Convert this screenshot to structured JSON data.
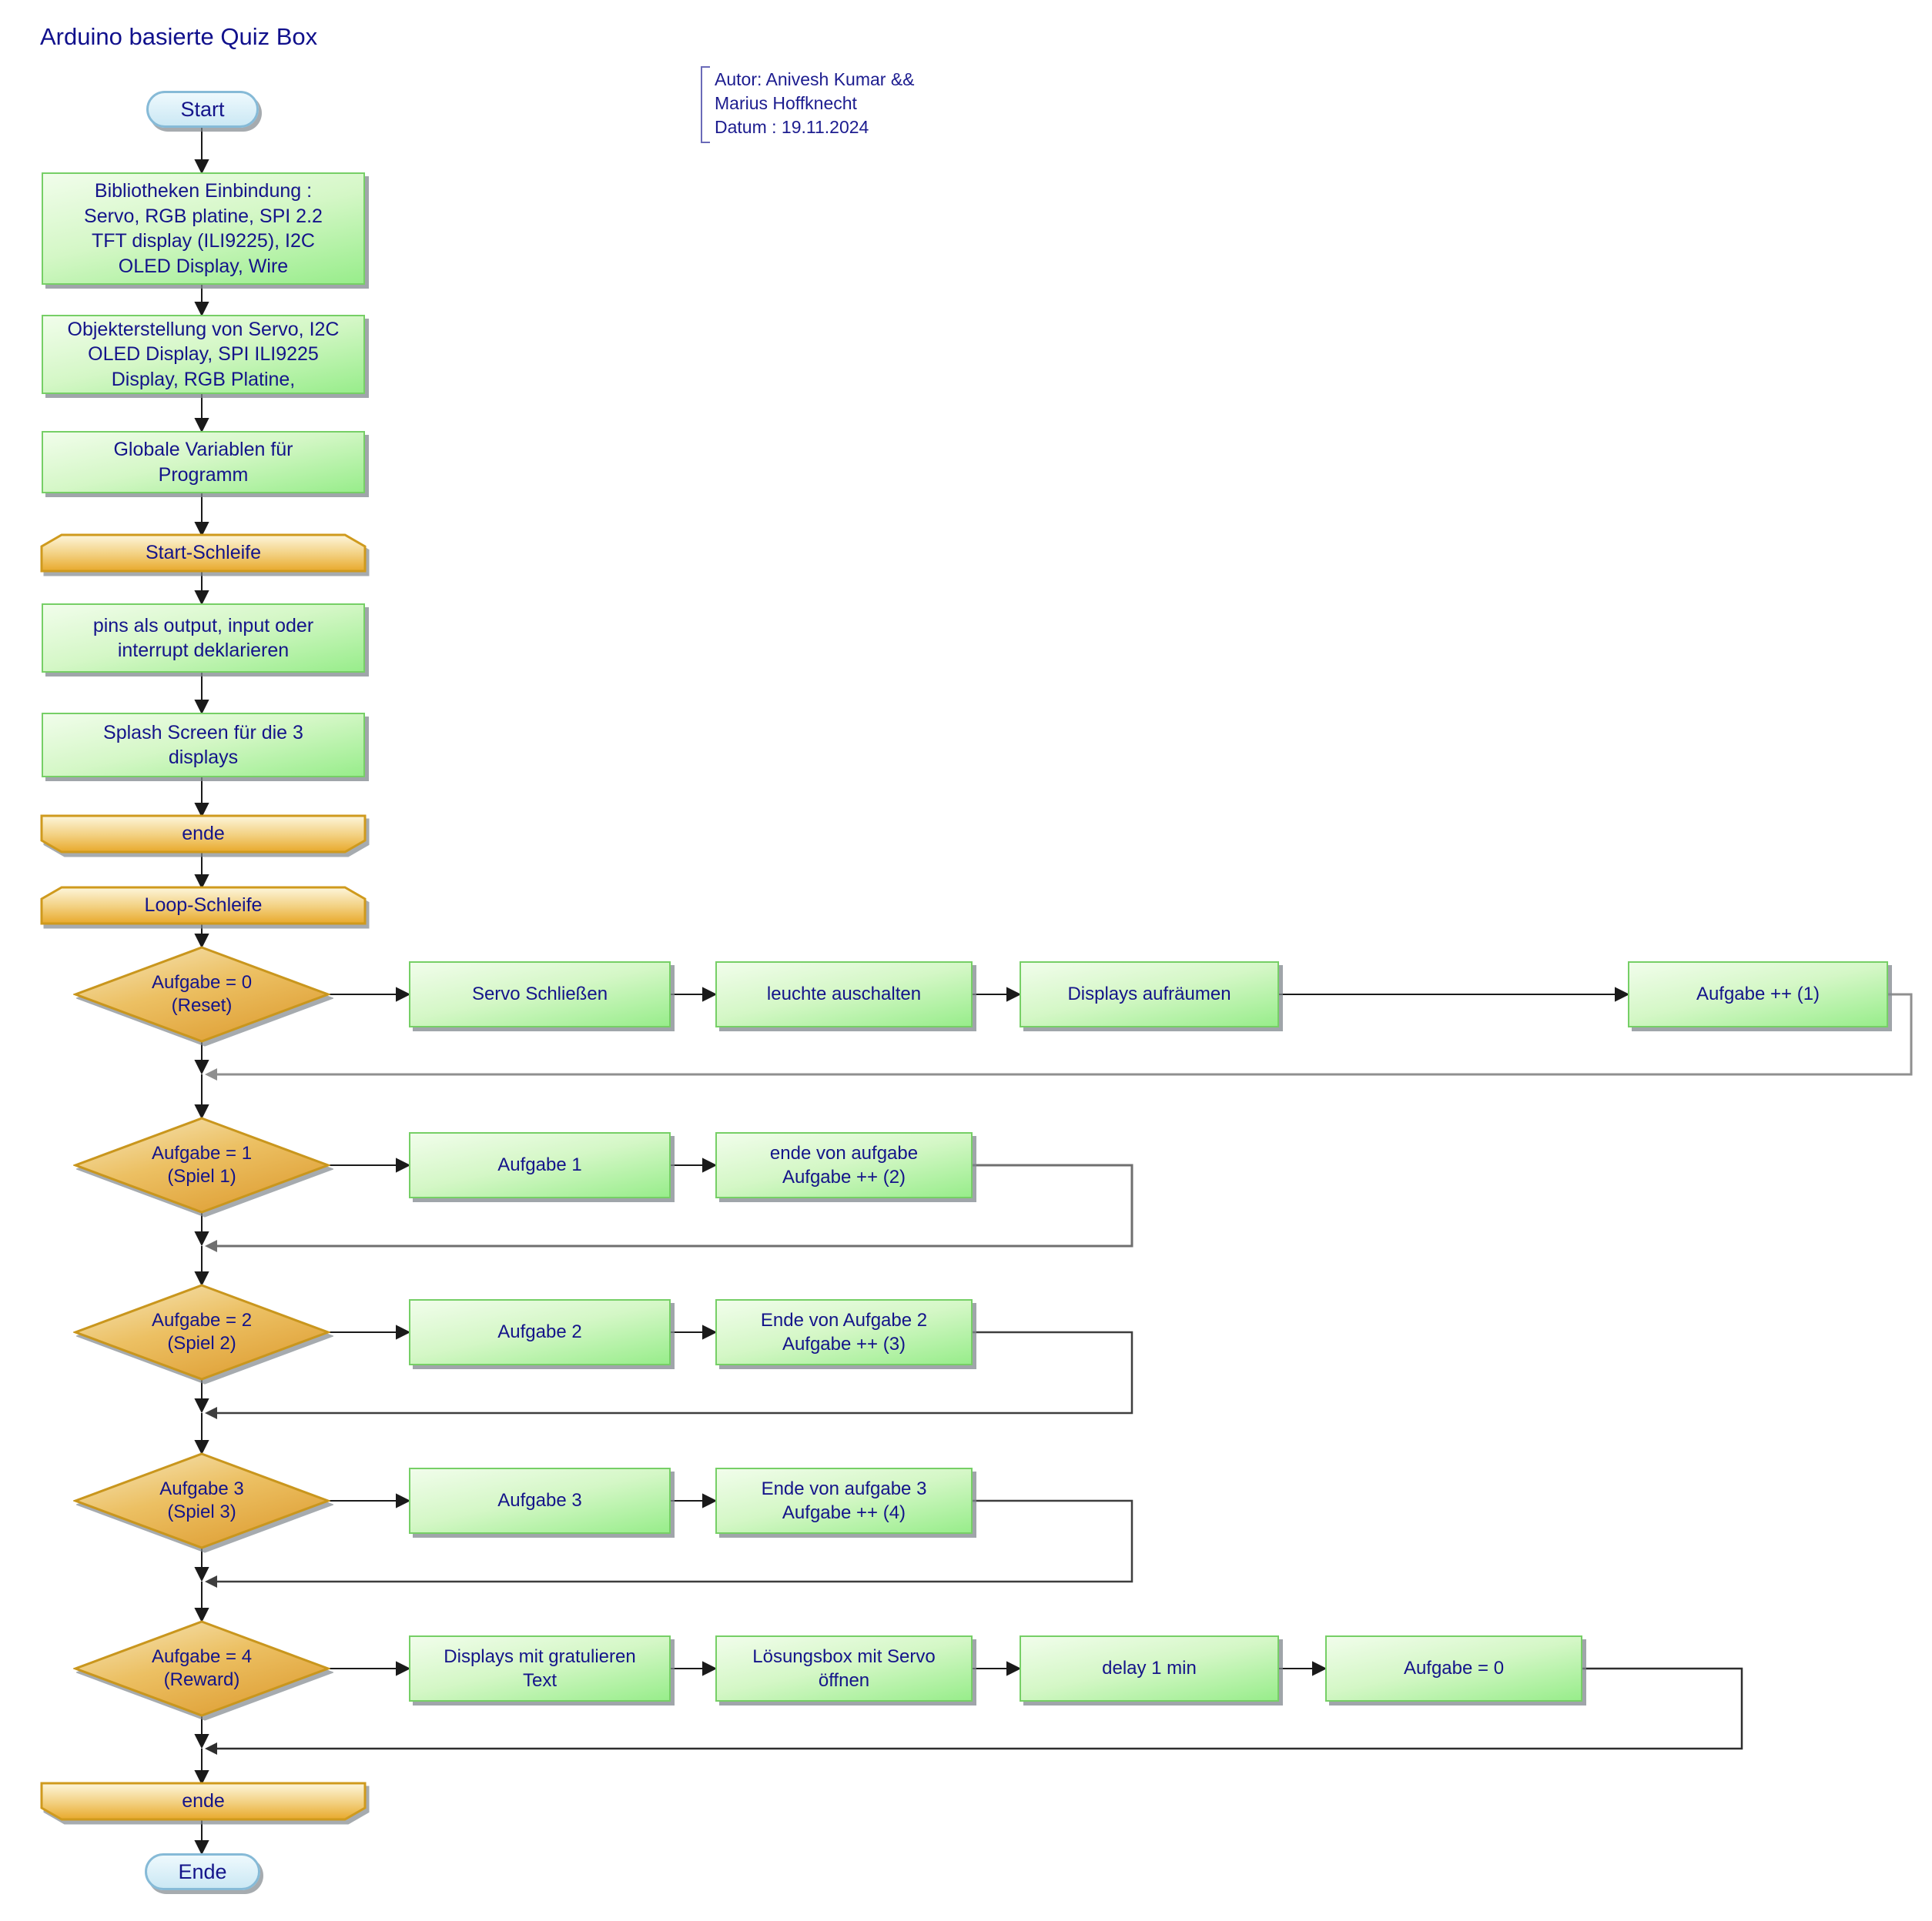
{
  "title": "Arduino basierte Quiz Box",
  "author_note": {
    "author_line1": "Autor: Anivesh Kumar &&",
    "author_line2": "Marius Hoffknecht",
    "date_line": "Datum : 19.11.2024"
  },
  "colors": {
    "process_fill": "#98ed8b",
    "process_border": "#76cf66",
    "loop_fill": "#e8a92c",
    "loop_border": "#cf9a1d",
    "terminator_fill": "#cbe8f4",
    "terminator_border": "#86bad7",
    "text": "#14148a"
  },
  "flow": {
    "start_label": "Start",
    "end_label": "Ende",
    "setup_steps": [
      {
        "label": "Bibliotheken Einbindung :\nServo, RGB platine, SPI 2.2\nTFT display (ILI9225), I2C\nOLED Display, Wire"
      },
      {
        "label": "Objekterstellung von Servo, I2C\nOLED Display, SPI ILI9225\nDisplay, RGB Platine,"
      },
      {
        "label": "Globale Variablen für\nProgramm"
      }
    ],
    "setup_loop": {
      "begin_label": "Start-Schleife",
      "steps": [
        {
          "label": "pins als output, input oder\ninterrupt deklarieren"
        },
        {
          "label": "Splash Screen für die 3\ndisplays"
        }
      ],
      "end_label": "ende"
    },
    "main_loop": {
      "begin_label": "Loop-Schleife",
      "end_label": "ende",
      "branches": [
        {
          "condition": "Aufgabe = 0",
          "case": "(Reset)",
          "steps": [
            "Servo Schließen",
            "leuchte auschalten",
            "Displays aufräumen",
            "Aufgabe ++ (1)"
          ]
        },
        {
          "condition": "Aufgabe = 1",
          "case": "(Spiel 1)",
          "steps": [
            "Aufgabe 1",
            "ende von aufgabe\nAufgabe ++ (2)"
          ]
        },
        {
          "condition": "Aufgabe = 2",
          "case": "(Spiel 2)",
          "steps": [
            "Aufgabe 2",
            "Ende von Aufgabe 2\nAufgabe ++ (3)"
          ]
        },
        {
          "condition": "Aufgabe 3",
          "case": "(Spiel 3)",
          "steps": [
            "Aufgabe 3",
            "Ende von aufgabe 3\nAufgabe ++ (4)"
          ]
        },
        {
          "condition": "Aufgabe = 4",
          "case": "(Reward)",
          "steps": [
            "Displays mit gratulieren\nText",
            "Lösungsbox mit Servo\nöffnen",
            "delay 1 min",
            "Aufgabe = 0"
          ]
        }
      ]
    }
  }
}
